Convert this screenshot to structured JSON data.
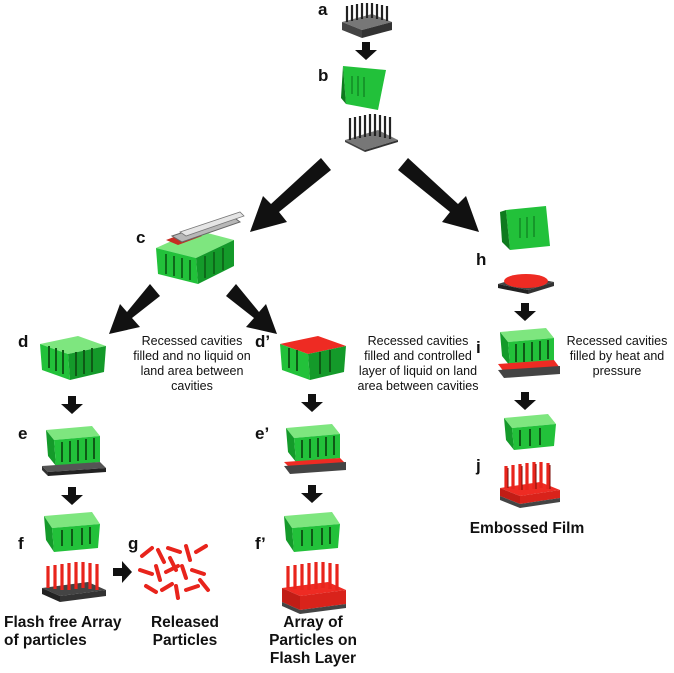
{
  "colors": {
    "mold_green": "#22c13a",
    "mold_green_dark": "#0e7a1e",
    "mold_green_light": "#7ee67f",
    "particle_red": "#ee2b23",
    "particle_red_dark": "#a8140e",
    "substrate_gray": "#555555",
    "arrow": "#111111"
  },
  "labels": {
    "a": "a",
    "b": "b",
    "c": "c",
    "d": "d",
    "d_prime": "d’",
    "e": "e",
    "e_prime": "e’",
    "f": "f",
    "f_prime": "f’",
    "g": "g",
    "h": "h",
    "i": "i",
    "j": "j"
  },
  "descriptions": {
    "d": [
      "Recessed cavities",
      "filled and no liquid on",
      "land area between",
      "cavities"
    ],
    "d_prime": [
      "Recessed cavities",
      "filled and controlled",
      "layer of liquid on land",
      "area between cavities"
    ],
    "i": [
      "Recessed cavities",
      "filled by heat and",
      "pressure"
    ]
  },
  "captions": {
    "flash_free": [
      "Flash free Array",
      "of particles"
    ],
    "released": [
      "Released",
      "Particles"
    ],
    "flash_layer": [
      "Array of",
      "Particles on",
      "Flash Layer"
    ],
    "embossed": [
      "Embossed Film"
    ]
  }
}
